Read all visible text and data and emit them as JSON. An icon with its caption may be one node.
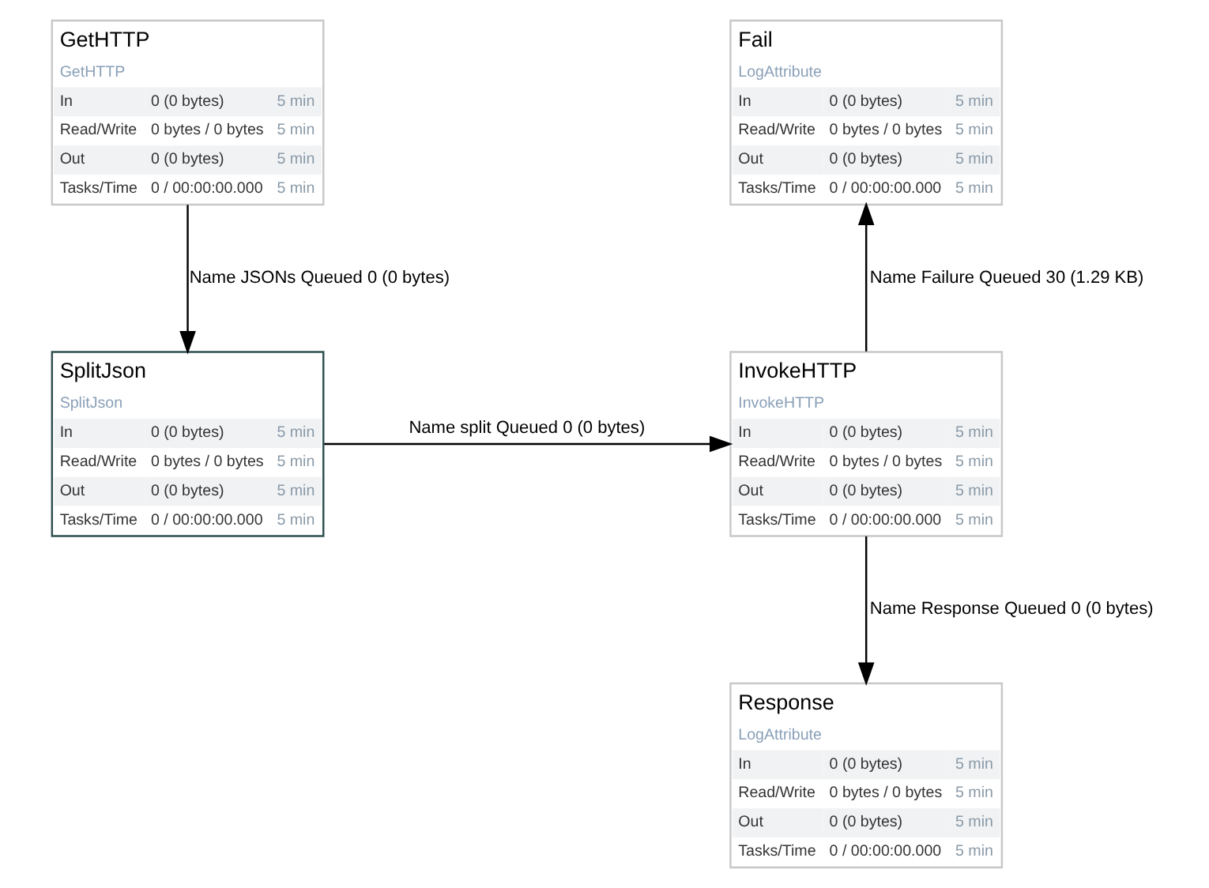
{
  "diagram": {
    "nodes": [
      {
        "text": [
          "GetHTTP",
          "GetHTTP",
          "In",
          "0 (0 bytes)",
          "5 min",
          "Read/Write",
          "0 bytes / 0 bytes",
          "5 min",
          "Out",
          "0 (0 bytes)",
          "5 min",
          "Tasks/Time",
          "0 / 00:00:00.000",
          "5 min"
        ]
      },
      {
        "text": [
          "Fail",
          "LogAttribute",
          "In",
          "0 (0 bytes)",
          "5 min",
          "Read/Write",
          "0 bytes / 0 bytes",
          "5 min",
          "Out",
          "0 (0 bytes)",
          "5 min",
          "Tasks/Time",
          "0 / 00:00:00.000",
          "5 min"
        ]
      },
      {
        "text": [
          "SplitJson",
          "SplitJson",
          "In",
          "0 (0 bytes)",
          "5 min",
          "Read/Write",
          "0 bytes / 0 bytes",
          "5 min",
          "Out",
          "0 (0 bytes)",
          "5 min",
          "Tasks/Time",
          "0 / 00:00:00.000",
          "5 min"
        ]
      },
      {
        "text": [
          "InvokeHTTP",
          "InvokeHTTP",
          "In",
          "0 (0 bytes)",
          "5 min",
          "Read/Write",
          "0 bytes / 0 bytes",
          "5 min",
          "Out",
          "0 (0 bytes)",
          "5 min",
          "Tasks/Time",
          "0 / 00:00:00.000",
          "5 min"
        ]
      },
      {
        "text": [
          "Response",
          "LogAttribute",
          "In",
          "0 (0 bytes)",
          "5 min",
          "Read/Write",
          "0 bytes / 0 bytes",
          "5 min",
          "Out",
          "0 (0 bytes)",
          "5 min",
          "Tasks/Time",
          "0 / 00:00:00.000",
          "5 min"
        ]
      }
    ],
    "edges": [
      {
        "from": 0,
        "to": 2,
        "arrow": "to",
        "label": "Name JSONs Queued 0 (0 bytes)"
      },
      {
        "from": 2,
        "to": 3,
        "arrow": "to",
        "label": "Name split Queued 0 (0 bytes)"
      },
      {
        "from": 3,
        "to": 1,
        "arrow": "to",
        "label": "Name Failure Queued 30 (1.29 KB)"
      },
      {
        "from": 3,
        "to": 4,
        "arrow": "to",
        "label": "Name Response Queued 0 (0 bytes)"
      }
    ]
  }
}
